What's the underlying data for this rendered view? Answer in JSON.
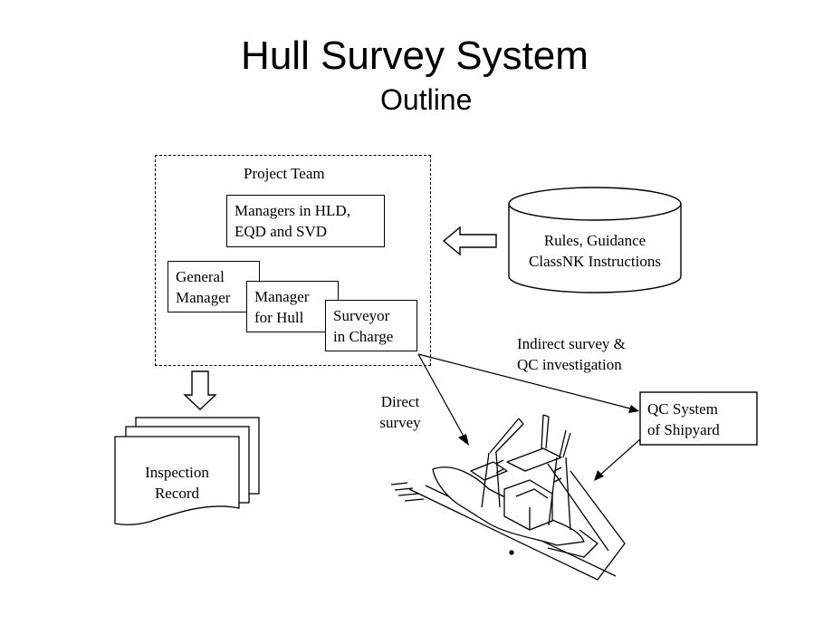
{
  "title": "Hull Survey System",
  "subtitle": "Outline",
  "project_team": {
    "label": "Project Team",
    "managers_line1": "Managers  in HLD,",
    "managers_line2": "EQD and SVD",
    "general_manager_line1": "General",
    "general_manager_line2": "Manager",
    "manager_hull_line1": "Manager",
    "manager_hull_line2": "for Hull",
    "surveyor_line1": "Surveyor",
    "surveyor_line2": "in Charge"
  },
  "rules_db": {
    "line1": "Rules, Guidance",
    "line2": "ClassNK Instructions"
  },
  "inspection_record": {
    "line1": "Inspection",
    "line2": "Record"
  },
  "labels": {
    "direct_line1": "Direct",
    "direct_line2": "survey",
    "indirect_line1": "Indirect survey &",
    "indirect_line2": "QC investigation"
  },
  "qc_system": {
    "line1": "QC System",
    "line2": "of Shipyard"
  }
}
